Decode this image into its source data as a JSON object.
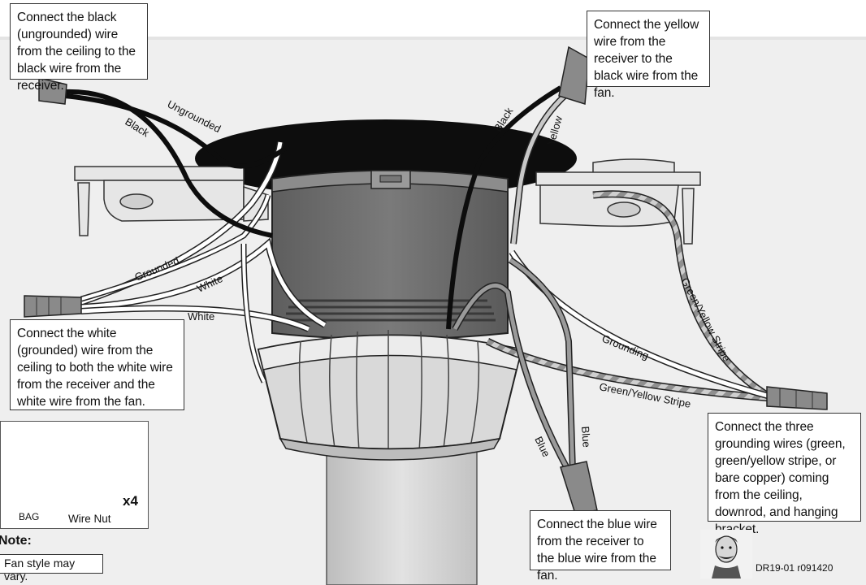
{
  "callouts": {
    "black": "Connect the black (ungrounded) wire from the ceiling to the black wire from the receiver.",
    "yellow": "Connect the yellow wire from the receiver to the black wire from the fan.",
    "white": "Connect the white (grounded) wire from the ceiling to both the white wire from the receiver and the white wire from the fan.",
    "grounding": "Connect the three grounding wires (green, green/yellow stripe, or bare copper) coming from the ceiling, downrod, and hanging bracket.",
    "blue": "Connect the blue wire from the receiver to the blue wire from the fan."
  },
  "wire_labels": {
    "black_left": "Black",
    "ungrounded": "Ungrounded",
    "grounded": "Grounded",
    "white_1": "White",
    "white_2": "White",
    "black_right": "Black",
    "yellow": "Yellow",
    "green_yellow_stripe_upper": "Green/Yellow Stripe",
    "grounding": "Grounding",
    "green_yellow_stripe_lower": "Green/Yellow Stripe",
    "blue_1": "Blue",
    "blue_2": "Blue"
  },
  "legend": {
    "bag_label": "BAG",
    "wire_nut_label": "Wire Nut",
    "quantity": "x4"
  },
  "note": {
    "title": "Note:",
    "text": "Fan style may vary."
  },
  "drawing_code": "DR19-01 r091420",
  "colors": {
    "black_wire": "#111111",
    "white_wire": "#ffffff",
    "receiver_body": "#6f6f6f",
    "canopy_ring": "#d9d9d9",
    "bracket": "#e6e6e6",
    "wire_nut": "#8a8a8a"
  },
  "icons": [
    "wire-nut-icon",
    "star-icon",
    "portrait-icon"
  ]
}
